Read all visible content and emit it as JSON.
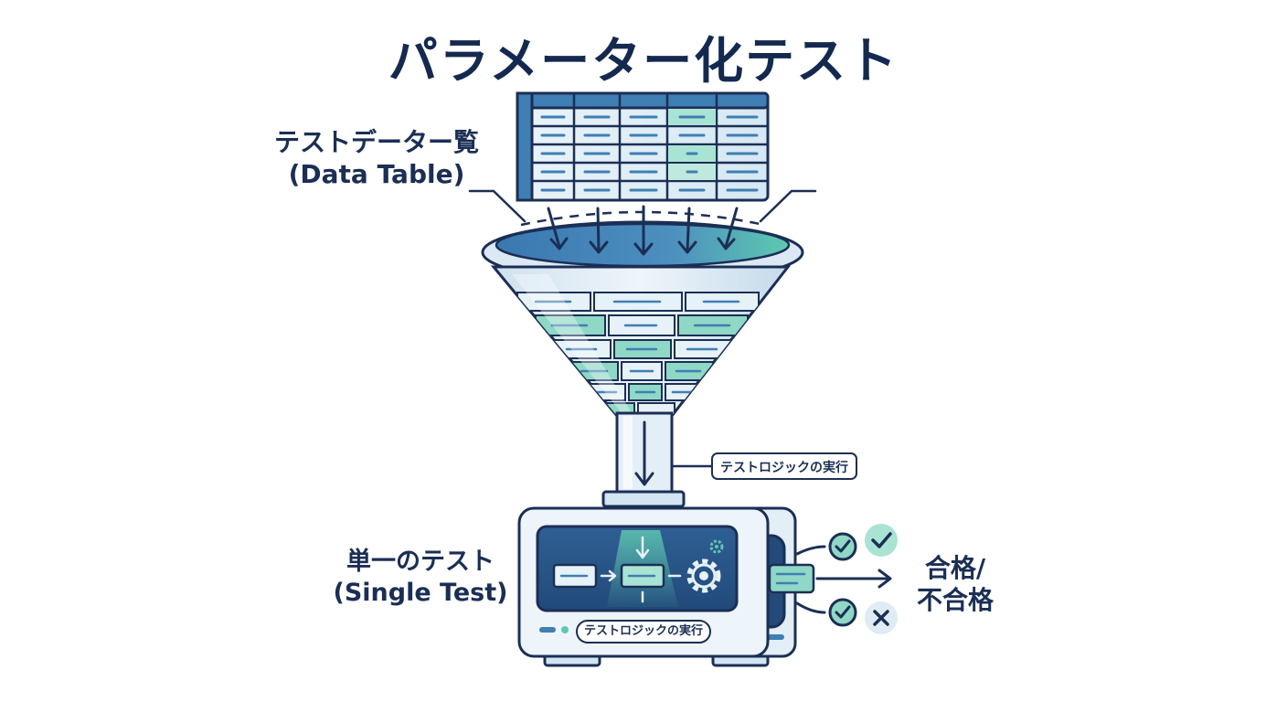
{
  "title": "パラメーター化テスト",
  "data_table": {
    "label_ja": "テストデーター覧",
    "label_en": "(Data Table)"
  },
  "logic_callout": "テストロジックの実行",
  "single_test": {
    "label_ja": "単一のテスト",
    "label_en": "(Single Test)",
    "status_pill": "テストロジックの実行"
  },
  "result": {
    "line1": "合格/",
    "line2": "不合格"
  },
  "colors": {
    "navy": "#1b2f55",
    "blue": "#3f7fb3",
    "teal": "#5ec8b0",
    "pale": "#dcebf5"
  },
  "icons": [
    "gear-icon",
    "check-icon",
    "cross-icon",
    "arrow-right-icon",
    "arrow-down-icon"
  ]
}
